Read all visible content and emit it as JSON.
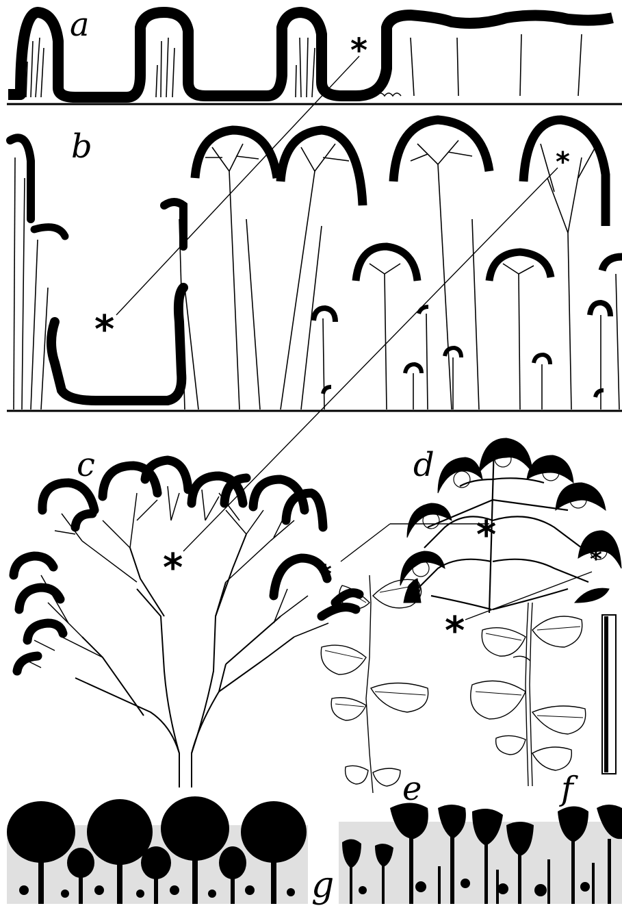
{
  "figure": {
    "panels": [
      {
        "id": "a",
        "label": "a",
        "content": "canopy-profile-schematic"
      },
      {
        "id": "b",
        "label": "b",
        "content": "forest-layers-schematic"
      },
      {
        "id": "c",
        "label": "c",
        "content": "tree-crown-branch-schematic"
      },
      {
        "id": "d",
        "label": "d",
        "content": "branch-leaf-cluster-schematic"
      },
      {
        "id": "e",
        "label": "e",
        "content": "leafy-shoot-drawing"
      },
      {
        "id": "f",
        "label": "f",
        "content": "leafy-shoot-drawing"
      },
      {
        "id": "g",
        "label": "g",
        "content": "forest-silhouette-comparison"
      }
    ],
    "marker_symbol": "*",
    "colors": {
      "ink": "#000000",
      "paper": "#ffffff"
    }
  }
}
